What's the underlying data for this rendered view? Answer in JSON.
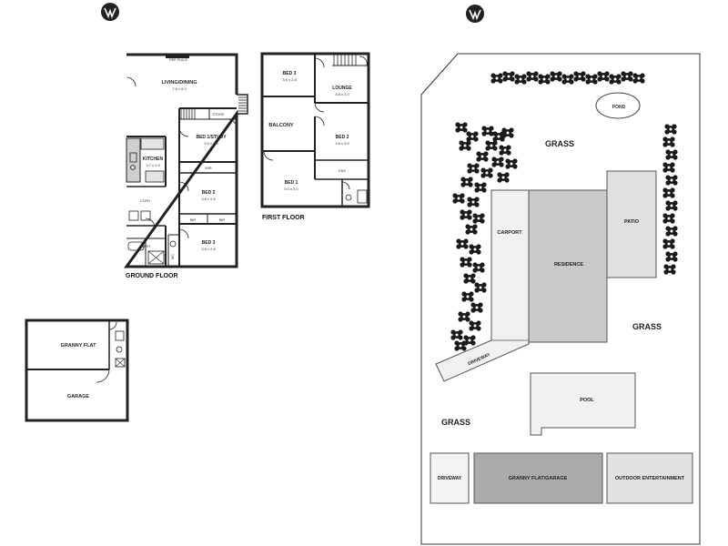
{
  "ground_floor": {
    "caption": "GROUND FLOOR",
    "rooms": {
      "living": {
        "name": "LIVING/DINING",
        "dims": "7.6 x 6.0"
      },
      "fireplace": "FIRE PLACE",
      "store": "STORE",
      "bed1": {
        "name": "BED 1/STUDY",
        "dims": "3.0 x 3.0"
      },
      "kitchen": {
        "name": "KITCHEN",
        "dims": "3.7 x 2.9"
      },
      "wir": "WIR",
      "bed2": {
        "name": "BED 2",
        "dims": "3.8 x 2.6"
      },
      "bir1": "BIR",
      "bir2": "BIR",
      "lndry": "L'DRY",
      "bath": "BATH",
      "wc": "WC",
      "bed3": {
        "name": "BED 3",
        "dims": "3.8 x 2.8"
      }
    }
  },
  "first_floor": {
    "caption": "FIRST FLOOR",
    "rooms": {
      "bed3": {
        "name": "BED 3",
        "dims": "3.6 x 2.8"
      },
      "lounge": {
        "name": "LOUNGE",
        "dims": "3.8 x 3.0"
      },
      "balcony": "BALCONY",
      "bed2": {
        "name": "BED 2",
        "dims": "3.6 x 3.0"
      },
      "ens": "ENS",
      "bed1": {
        "name": "BED 1",
        "dims": "5.0 x 3.0"
      }
    }
  },
  "granny": {
    "granny_flat": "GRANNY FLAT",
    "garage": "GARAGE"
  },
  "site": {
    "pond": "POND",
    "grass_top": "GRASS",
    "grass_right": "GRASS",
    "grass_left": "GRASS",
    "carport": "CARPORT",
    "residence": "RESIDENCE",
    "patio": "PATIO",
    "driveway_diag": "DRIVEWAY",
    "pool": "POOL",
    "driveway": "DRIVEWAY",
    "granny_garage": "GRANNY FLAT/GARAGE",
    "outdoor": "OUTDOOR ENTERTAINMENT"
  },
  "north_icon": "north-arrow-icon"
}
